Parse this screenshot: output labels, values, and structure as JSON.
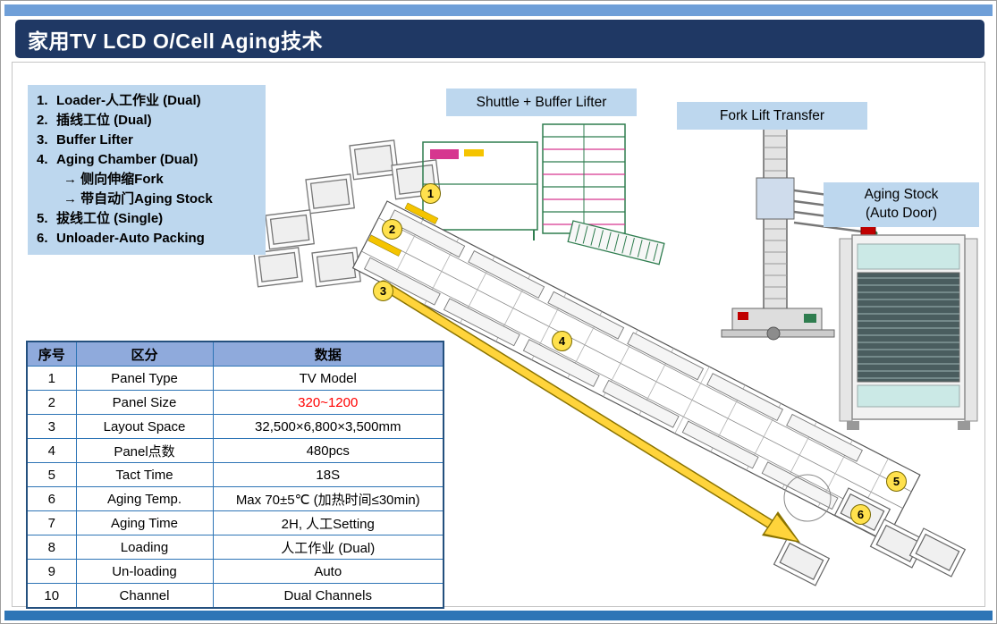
{
  "header": {
    "title": "家用TV LCD O/Cell Aging技术"
  },
  "legend": {
    "items": [
      {
        "num": "1.",
        "text": "Loader-人工作业 (Dual)"
      },
      {
        "num": "2.",
        "text": "插线工位 (Dual)"
      },
      {
        "num": "3.",
        "text": "Buffer Lifter"
      },
      {
        "num": "4.",
        "text": "Aging Chamber (Dual)",
        "subs": [
          "→ 侧向伸缩Fork",
          "→ 带自动门Aging Stock"
        ]
      },
      {
        "num": "5.",
        "text": "拔线工位 (Single)"
      },
      {
        "num": "6.",
        "text": "Unloader-Auto Packing"
      }
    ]
  },
  "labels": {
    "shuttle": "Shuttle + Buffer Lifter",
    "fork": "Fork Lift Transfer",
    "stock_line1": "Aging Stock",
    "stock_line2": "(Auto Door)"
  },
  "table": {
    "headers": [
      "序号",
      "区分",
      "数据"
    ],
    "rows": [
      {
        "no": "1",
        "category": "Panel Type",
        "value": "TV Model"
      },
      {
        "no": "2",
        "category": "Panel Size",
        "value": "320~1200"
      },
      {
        "no": "3",
        "category": "Layout Space",
        "value": "32,500×6,800×3,500mm"
      },
      {
        "no": "4",
        "category": "Panel点数",
        "value": "480pcs"
      },
      {
        "no": "5",
        "category": "Tact Time",
        "value": "18S"
      },
      {
        "no": "6",
        "category": "Aging Temp.",
        "value": "Max 70±5℃ (加热时间≤30min)"
      },
      {
        "no": "7",
        "category": "Aging Time",
        "value": "2H, 人工Setting"
      },
      {
        "no": "8",
        "category": "Loading",
        "value": "人工作业 (Dual)"
      },
      {
        "no": "9",
        "category": "Un-loading",
        "value": "Auto"
      },
      {
        "no": "10",
        "category": "Channel",
        "value": "Dual Channels"
      }
    ]
  },
  "markers": [
    "1",
    "2",
    "3",
    "4",
    "5",
    "6"
  ],
  "colors": {
    "title_bar": "#1f3864",
    "top_strip": "#6f9fd8",
    "panel_blue": "#bdd7ee",
    "table_header": "#8faadc",
    "table_border": "#2e75b6",
    "highlight_red": "#ff0000",
    "marker_yellow": "#ffe14d",
    "arrow_yellow": "#ffd43b",
    "machine_green": "#2f7d4f",
    "footer_bar": "#2e75b6"
  }
}
